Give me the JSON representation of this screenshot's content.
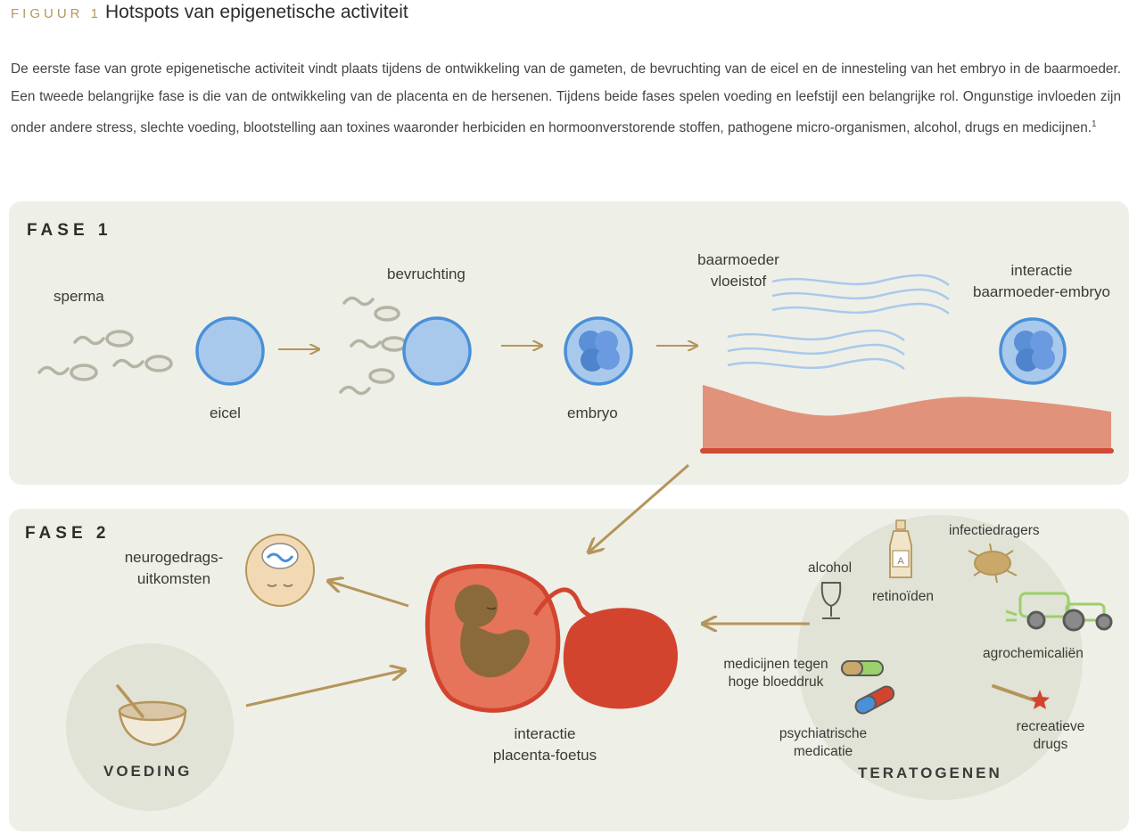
{
  "header": {
    "figure_label": "FIGUUR 1",
    "title": "Hotspots van epigenetische activiteit"
  },
  "intro": {
    "text": "De eerste fase van grote epigenetische activiteit vindt plaats tijdens de ontwikkeling van de gameten, de bevruchting van de eicel en de innesteling van het embryo in de baarmoeder. Een tweede belangrijke fase is die van de ontwikkeling van de placenta en de hersenen. Tijdens beide fases spelen voeding en leefstijl een belangrijke rol. Ongunstige invloeden zijn onder andere stress, slechte voeding, blootstelling aan toxines waaronder herbiciden en hormoonverstorende stoffen, pathogene micro-organismen, alcohol, drugs en medicijnen.",
    "footnote": "1"
  },
  "phase1": {
    "title": "FASE 1",
    "labels": {
      "sperma": "sperma",
      "eicel": "eicel",
      "bevruchting": "bevruchting",
      "embryo": "embryo",
      "baarmoeder_line1": "baarmoeder",
      "baarmoeder_line2": "vloeistof",
      "interactie_line1": "interactie",
      "interactie_line2": "baarmoeder-embryo"
    }
  },
  "phase2": {
    "title": "FASE 2",
    "labels": {
      "neuro_line1": "neurogedrags-",
      "neuro_line2": "uitkomsten",
      "voeding": "VOEDING",
      "placenta_line1": "interactie",
      "placenta_line2": "placenta-foetus",
      "teratogenen": "TERATOGENEN",
      "alcohol": "alcohol",
      "retinoiden": "retinoïden",
      "infectiedragers": "infectiedragers",
      "agrochemicalien": "agrochemicaliën",
      "medicijnen_line1": "medicijnen tegen",
      "medicijnen_line2": "hoge bloeddruk",
      "psychiatrische_line1": "psychiatrische",
      "psychiatrische_line2": "medicatie",
      "recreatieve_line1": "recreatieve",
      "recreatieve_line2": "drugs",
      "bottle_letter": "A"
    }
  },
  "colors": {
    "accent_gold": "#b39a55",
    "arrow": "#b5955a",
    "cell_fill": "#a9c9ec",
    "cell_stroke": "#4a90d9",
    "uterus": "#e1927a",
    "uterus_base": "#d04a35",
    "placenta_red": "#d3442f",
    "panel_bg": "#eeefe7"
  },
  "icons": [
    "sperm-icon",
    "egg-cell-icon",
    "embryo-icon",
    "fluid-waves-icon",
    "uterus-wall-icon",
    "head-brain-icon",
    "bowl-icon",
    "fetus-placenta-icon",
    "wine-glass-icon",
    "bottle-icon",
    "mite-icon",
    "tractor-icon",
    "pill-icon",
    "syringe-icon"
  ]
}
